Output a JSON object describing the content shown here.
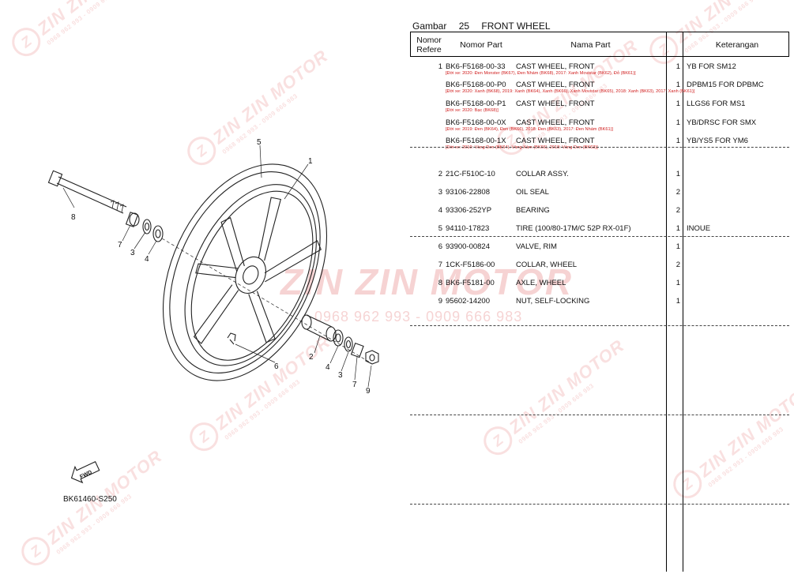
{
  "watermark": {
    "brand": "ZIN ZIN MOTOR",
    "phone": "0968 962 993 - 0909 666 983",
    "center_brand": "ZIN ZIN MOTOR",
    "center_phone": "0968 962 993 - 0909 666 983"
  },
  "header": {
    "gambar_label": "Gambar",
    "figure_no": "25",
    "figure_title": "FRONT WHEEL"
  },
  "columns": {
    "ref": "Nomor Refere",
    "part_no": "Nomor Part",
    "part_name": "Nama Part",
    "remarks": "Keterangan"
  },
  "parts": [
    {
      "ref": "1",
      "part_no": "BK6-F5168-00-33",
      "name": "CAST WHEEL, FRONT",
      "qty": "1",
      "remark": "YB FOR SM12",
      "note": "[Đời xe: 2020: Đen Monster (BK67), Đen Nhám (BK68), 2017: Xanh Movistar (BK62), Đỏ (BK61)]"
    },
    {
      "ref": "",
      "part_no": "BK6-F5168-00-P0",
      "name": "CAST WHEEL, FRONT",
      "qty": "1",
      "remark": "DPBM15 FOR DPBMC",
      "note": "[Đời xe: 2020: Xanh (BK68), 2019: Xanh (BK64), Xanh (BK66), Xanh Movistar (BK65), 2018: Xanh (BK63), 2017: Xanh (BK61)]"
    },
    {
      "ref": "",
      "part_no": "BK6-F5168-00-P1",
      "name": "CAST WHEEL, FRONT",
      "qty": "1",
      "remark": "LLGS6 FOR MS1",
      "note": "[Đời xe: 2020: Bạc (BK68)]"
    },
    {
      "ref": "",
      "part_no": "BK6-F5168-00-0X",
      "name": "CAST WHEEL, FRONT",
      "qty": "1",
      "remark": "YB/DRSC FOR SMX",
      "note": "[Đời xe: 2019: Đen (BK64), Đen (BK66), 2018: Đen (BK63), 2017: Đen Nhám (BK61)]"
    },
    {
      "ref": "",
      "part_no": "BK6-F5168-00-1X",
      "name": "CAST WHEEL, FRONT",
      "qty": "1",
      "remark": "YB/YS5 FOR YM6",
      "note": "[Đời xe: 2019: Vàng Đen (BK64), Vàng Xám (BK66), 2018: Vàng Đen (BK63)]"
    },
    {
      "ref": "2",
      "part_no": "21C-F510C-10",
      "name": "COLLAR ASSY.",
      "qty": "1",
      "remark": "",
      "note": ""
    },
    {
      "ref": "3",
      "part_no": "93106-22808",
      "name": "OIL SEAL",
      "qty": "2",
      "remark": "",
      "note": ""
    },
    {
      "ref": "4",
      "part_no": "93306-252YP",
      "name": "BEARING",
      "qty": "2",
      "remark": "",
      "note": ""
    },
    {
      "ref": "5",
      "part_no": "94110-17823",
      "name": "TIRE (100/80-17M/C 52P RX-01F)",
      "qty": "1",
      "remark": "INOUE",
      "note": ""
    },
    {
      "ref": "6",
      "part_no": "93900-00824",
      "name": "VALVE, RIM",
      "qty": "1",
      "remark": "",
      "note": ""
    },
    {
      "ref": "7",
      "part_no": "1CK-F5186-00",
      "name": "COLLAR, WHEEL",
      "qty": "2",
      "remark": "",
      "note": ""
    },
    {
      "ref": "8",
      "part_no": "BK6-F5181-00",
      "name": "AXLE, WHEEL",
      "qty": "1",
      "remark": "",
      "note": ""
    },
    {
      "ref": "9",
      "part_no": "95602-14200",
      "name": "NUT, SELF-LOCKING",
      "qty": "1",
      "remark": "",
      "note": ""
    }
  ],
  "diagram": {
    "callouts": [
      "5",
      "1",
      "8",
      "7",
      "3",
      "4",
      "2",
      "6",
      "4",
      "3",
      "7",
      "9"
    ],
    "fwd_label": "FWD",
    "drawing_code": "BK61460-S250"
  }
}
